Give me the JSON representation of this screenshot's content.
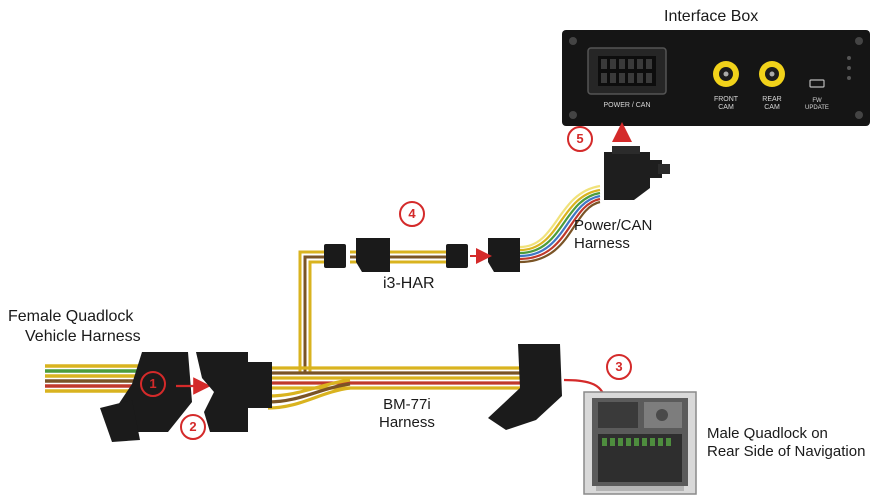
{
  "labels": {
    "interface_box": "Interface Box",
    "power_can_harness_line1": "Power/CAN",
    "power_can_harness_line2": "Harness",
    "i3_har": "i3-HAR",
    "female_quadlock_line1": "Female Quadlock",
    "female_quadlock_line2": "Vehicle Harness",
    "bm77i_line1": "BM-77i",
    "bm77i_line2": "Harness",
    "male_quadlock_line1": "Male Quadlock on",
    "male_quadlock_line2": "Rear Side of Navigation"
  },
  "box_panel": {
    "power_can": "POWER / CAN",
    "front_cam_line1": "FRONT",
    "front_cam_line2": "CAM",
    "rear_cam_line1": "REAR",
    "rear_cam_line2": "CAM",
    "fw_update_line1": "FW",
    "fw_update_line2": "UPDATE"
  },
  "steps": [
    "1",
    "2",
    "3",
    "4",
    "5"
  ],
  "colors": {
    "step_red": "#d42a2a",
    "box_black": "#151515",
    "rca_yellow": "#f1d21a",
    "wire_yellow": "#d9b31f",
    "wire_brown": "#7a5426",
    "wire_red": "#c0392b",
    "wire_green": "#4c9c3c",
    "wire_blue": "#3f78c4"
  },
  "icons": [
    "rca-jack-icon",
    "usb-port-icon",
    "arrow-icon"
  ]
}
